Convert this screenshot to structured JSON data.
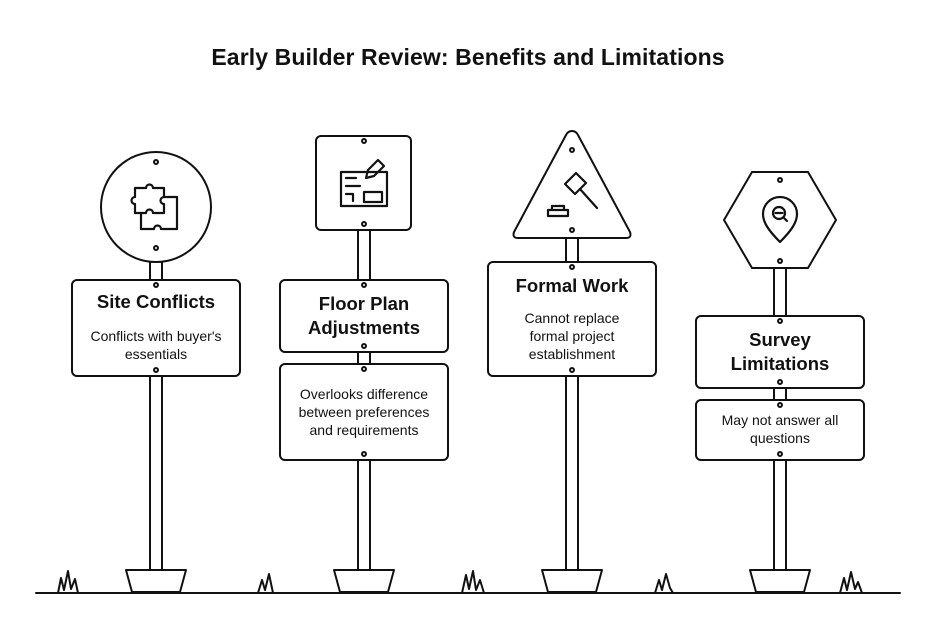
{
  "title": "Early Builder Review: Benefits and Limitations",
  "signs": [
    {
      "icon": "puzzle-icon",
      "heading": "Site Conflicts",
      "description": "Conflicts with buyer's essentials"
    },
    {
      "icon": "floor-plan-edit-icon",
      "heading": "Floor Plan Adjustments",
      "description": "Overlooks difference between preferences and requirements"
    },
    {
      "icon": "gavel-icon",
      "heading": "Formal Work",
      "description": "Cannot replace formal project establishment"
    },
    {
      "icon": "search-location-icon",
      "heading": "Survey Limitations",
      "description": "May not answer all questions"
    }
  ]
}
